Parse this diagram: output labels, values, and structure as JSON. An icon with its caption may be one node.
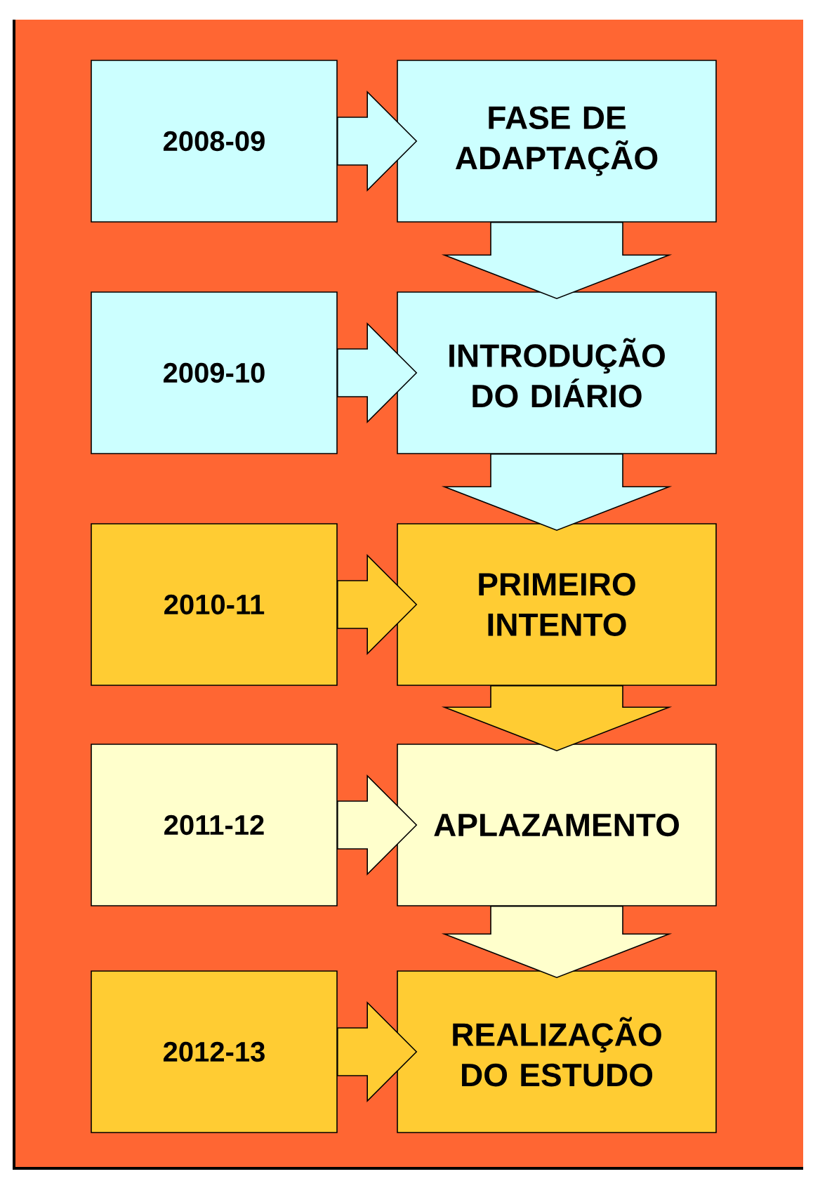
{
  "diagram": {
    "nodes": [
      {
        "text": [
          "2008-09"
        ]
      },
      {
        "text": [
          "FASE DE ADAPTAÇÃO"
        ]
      },
      {
        "text": [
          "2009-10"
        ]
      },
      {
        "text": [
          "INTRODUÇÃO DO DIÁRIO"
        ]
      },
      {
        "text": [
          "2010-11"
        ]
      },
      {
        "text": [
          "PRIMEIRO INTENTO"
        ]
      },
      {
        "text": [
          "2011-12"
        ]
      },
      {
        "text": [
          "APLAZAMENTO"
        ]
      },
      {
        "text": [
          "2012-13"
        ]
      },
      {
        "text": [
          "REALIZAÇÃO DO ESTUDO"
        ]
      }
    ],
    "edges": [
      {
        "from": 0,
        "to": 1,
        "arrow": "to"
      },
      {
        "from": 1,
        "to": 3,
        "arrow": "to"
      },
      {
        "from": 2,
        "to": 3,
        "arrow": "to"
      },
      {
        "from": 3,
        "to": 5,
        "arrow": "to"
      },
      {
        "from": 4,
        "to": 5,
        "arrow": "to"
      },
      {
        "from": 5,
        "to": 7,
        "arrow": "to"
      },
      {
        "from": 6,
        "to": 7,
        "arrow": "to"
      },
      {
        "from": 7,
        "to": 9,
        "arrow": "to"
      },
      {
        "from": 8,
        "to": 9,
        "arrow": "to"
      }
    ]
  }
}
